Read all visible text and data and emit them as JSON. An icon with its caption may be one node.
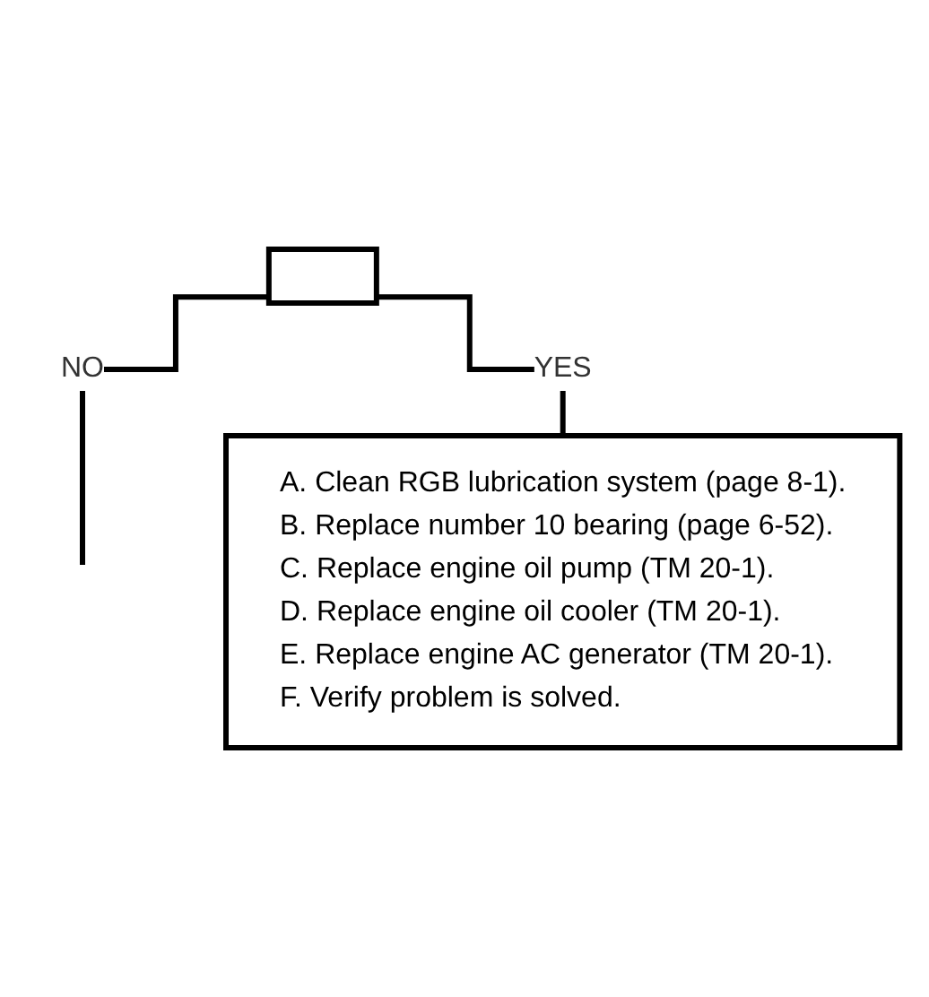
{
  "diagram": {
    "nodes": [
      {
        "text": [],
        "shape": "box"
      },
      {
        "text": [
          "A. Clean RGB lubrication system (page 8-1).",
          "B. Replace number 10 bearing (page 6-52).",
          "C. Replace engine oil pump (TM 20-1).",
          "D. Replace engine oil cooler (TM 20-1).",
          "E. Replace engine AC generator (TM 20-1).",
          "F. Verify problem is solved."
        ]
      }
    ],
    "edges": [
      {
        "from": 0,
        "to": null,
        "label": "NO",
        "arrow": "none"
      },
      {
        "from": 0,
        "to": 1,
        "label": "YES",
        "arrow": "none"
      }
    ]
  }
}
